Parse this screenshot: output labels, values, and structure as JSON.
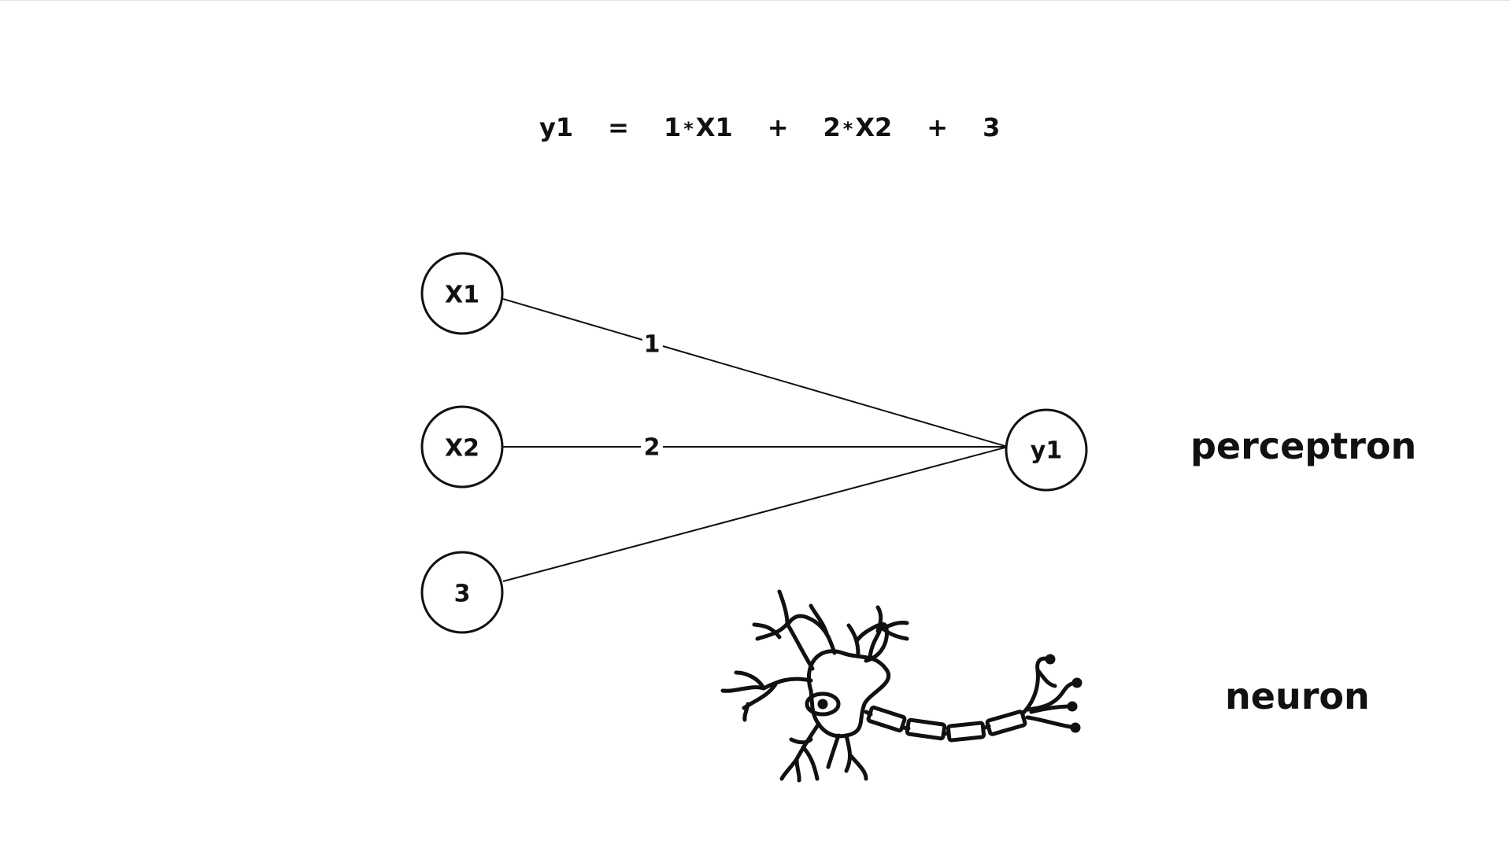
{
  "equation": {
    "lhs": "y1",
    "equals": "=",
    "w1": "1",
    "op_mul_1": "*",
    "x1": "X1",
    "plus_1": "+",
    "w2": "2",
    "op_mul_2": "*",
    "x2": "X2",
    "plus_2": "+",
    "bias": "3"
  },
  "nodes": {
    "input_1": "X1",
    "input_2": "X2",
    "bias": "3",
    "output": "y1"
  },
  "edges": {
    "weight_1": "1",
    "weight_2": "2"
  },
  "captions": {
    "perceptron": "perceptron",
    "neuron": "neuron"
  },
  "colors": {
    "stroke": "#111111",
    "background": "#ffffff"
  }
}
